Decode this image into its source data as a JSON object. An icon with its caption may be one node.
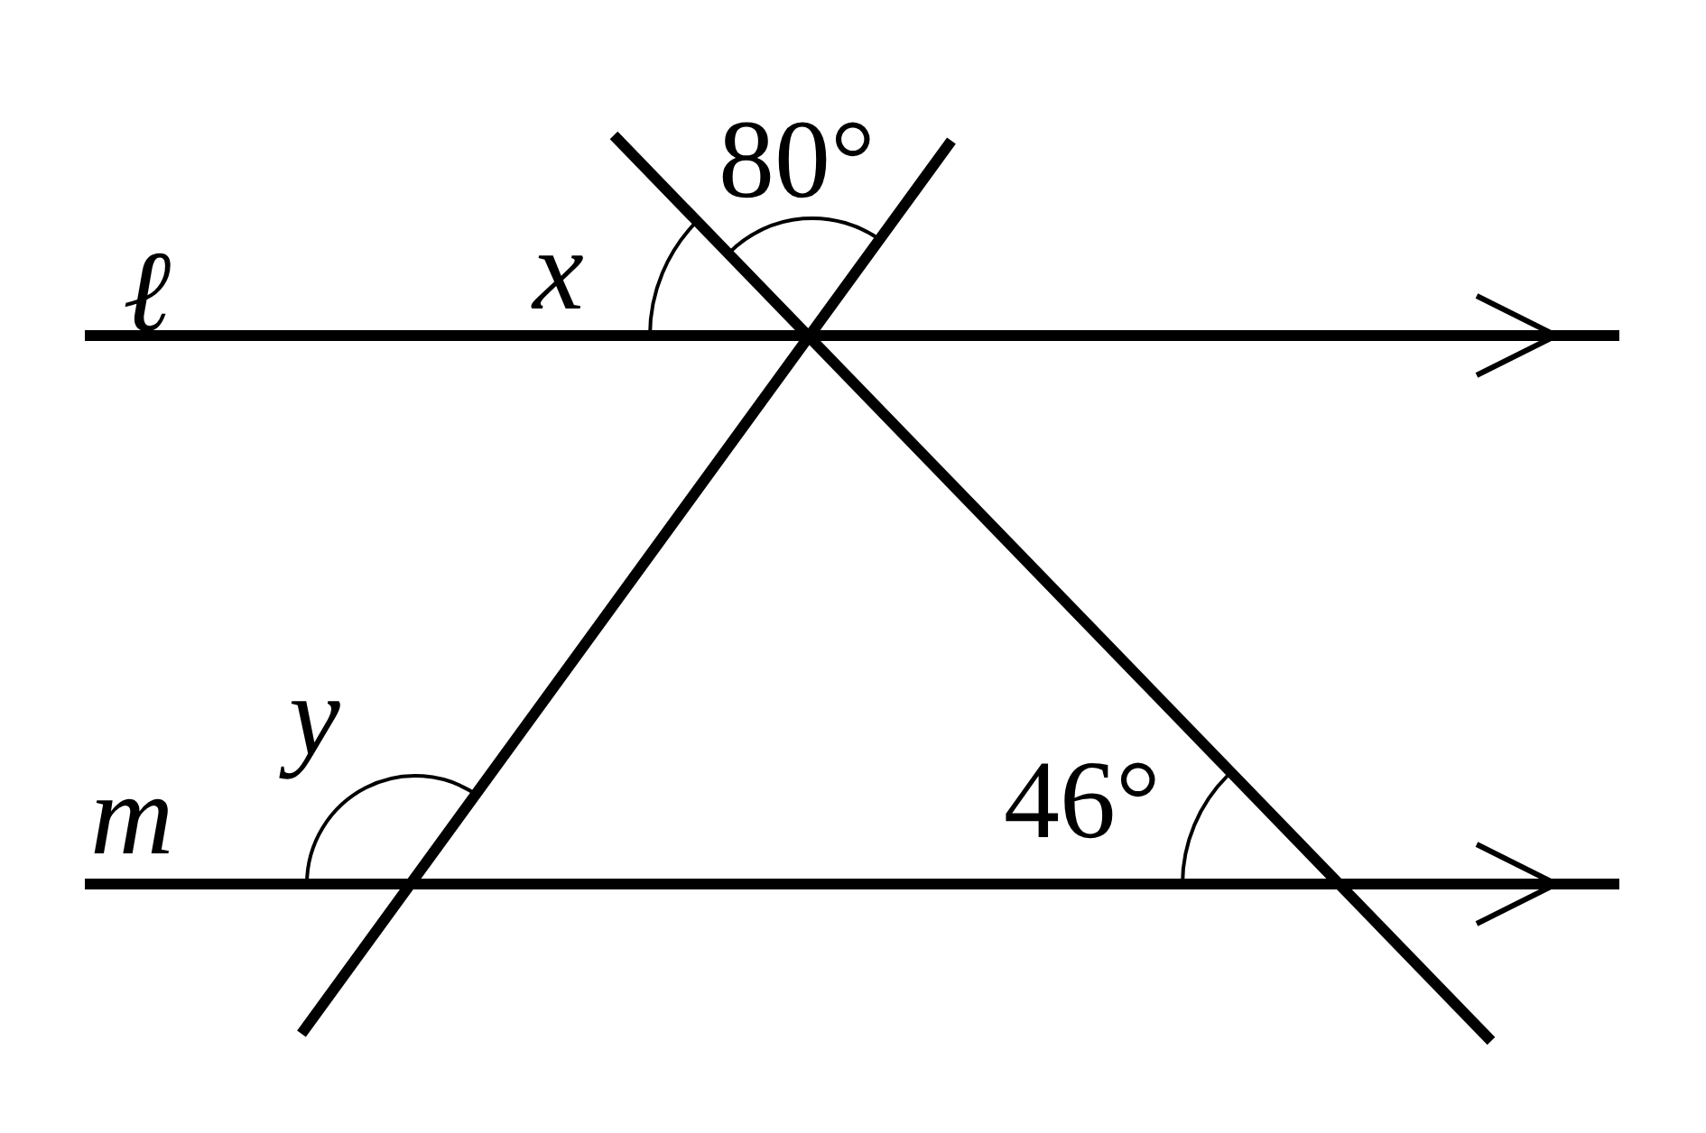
{
  "diagram": {
    "labels": [
      "ℓ",
      "x",
      "80°",
      "y",
      "m",
      "46°"
    ]
  }
}
